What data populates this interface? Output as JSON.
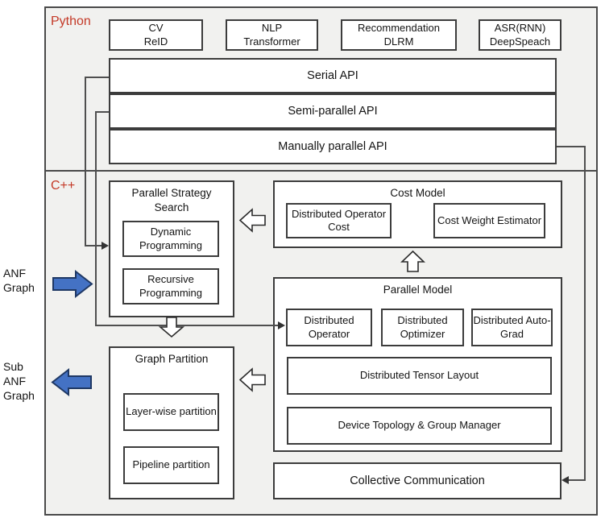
{
  "colors": {
    "section_label_red": "#c43a28",
    "arrow_blue": "#4472c4",
    "arrow_blue_border": "#1f3864"
  },
  "python_section": {
    "label": "Python",
    "apps": [
      {
        "line1": "CV",
        "line2": "ReID"
      },
      {
        "line1": "NLP",
        "line2": "Transformer"
      },
      {
        "line1": "Recommendation",
        "line2": "DLRM"
      },
      {
        "line1": "ASR(RNN)",
        "line2": "DeepSpeach"
      }
    ],
    "api_layers": [
      {
        "label": "Serial API"
      },
      {
        "label": "Semi-parallel API"
      },
      {
        "label": "Manually parallel API"
      }
    ]
  },
  "cpp_section": {
    "label": "C++",
    "parallel_strategy_search": {
      "title": "Parallel Strategy Search",
      "items": [
        {
          "label": "Dynamic Programming"
        },
        {
          "label": "Recursive Programming"
        }
      ]
    },
    "cost_model": {
      "title": "Cost Model",
      "items": [
        {
          "label": "Distributed Operator Cost"
        },
        {
          "label": "Cost Weight Estimator"
        }
      ]
    },
    "parallel_model": {
      "title": "Parallel Model",
      "items": [
        {
          "label": "Distributed Operator"
        },
        {
          "label": "Distributed Optimizer"
        },
        {
          "label": "Distributed Auto-Grad"
        },
        {
          "label": "Distributed Tensor Layout"
        },
        {
          "label": "Device Topology & Group Manager"
        }
      ]
    },
    "graph_partition": {
      "title": "Graph Partition",
      "items": [
        {
          "label": "Layer-wise partition"
        },
        {
          "label": "Pipeline partition"
        }
      ]
    },
    "collective_communication": {
      "label": "Collective Communication"
    }
  },
  "io_labels": {
    "input": "ANF Graph",
    "output": "Sub ANF Graph"
  }
}
